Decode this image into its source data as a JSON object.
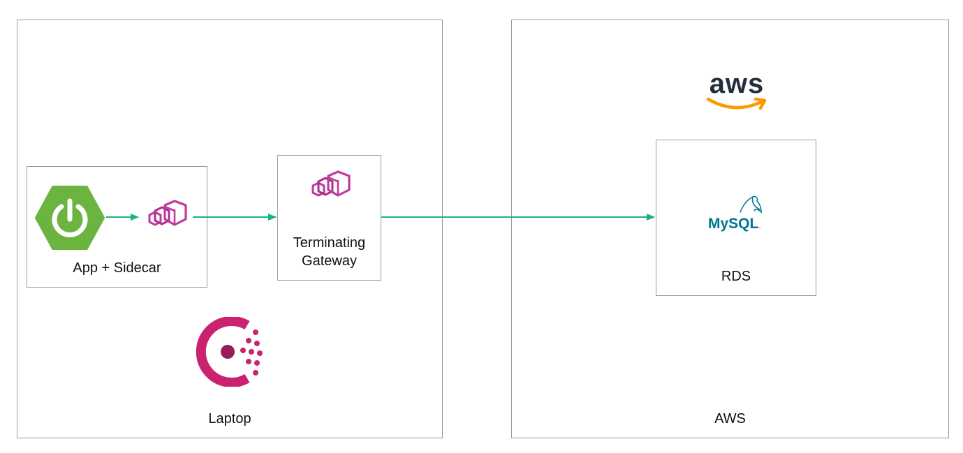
{
  "colors": {
    "box_border": "#9a9a9a",
    "arrow": "#17b47a",
    "spring_green": "#6bb43f",
    "envoy_magenta": "#c0399c",
    "envoy_purple": "#8c2d8c",
    "consul_pink": "#ca2171",
    "consul_dark": "#961d5a",
    "aws_text": "#232f3e",
    "aws_orange": "#ff9900",
    "mysql_blue": "#00758f",
    "mysql_orange": "#f29111"
  },
  "laptop": {
    "label": "Laptop",
    "app_box": {
      "label": "App + Sidecar",
      "icons": [
        "spring-boot-icon",
        "envoy-icon"
      ]
    },
    "gateway_box": {
      "label": "Terminating Gateway",
      "icons": [
        "envoy-icon"
      ]
    },
    "logo": "consul-icon"
  },
  "aws": {
    "label": "AWS",
    "logo_text": "aws",
    "rds_box": {
      "label": "RDS",
      "logo_text": "MySQL",
      "logo_suffix": "."
    }
  }
}
